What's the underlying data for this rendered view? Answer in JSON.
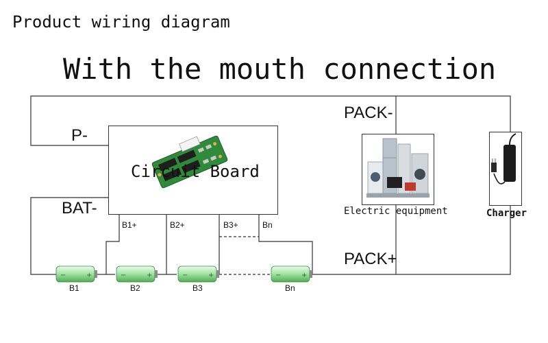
{
  "header": {
    "caption": "Product wiring diagram",
    "title": "With the mouth connection"
  },
  "labels": {
    "p_minus": "P-",
    "bat_minus": "BAT-",
    "pack_minus": "PACK-",
    "pack_plus": "PACK+",
    "circuit_board": "Circuit Board",
    "electric_equipment": "Electric equipment",
    "charger": "Charger"
  },
  "taps": [
    "B1+",
    "B2+",
    "B3+",
    "Bn"
  ],
  "cells": [
    "B1",
    "B2",
    "B3",
    "Bn"
  ],
  "colors": {
    "wire": "#333333",
    "cell_body": "#9fe0a0",
    "pcb": "#2f8a3a"
  }
}
